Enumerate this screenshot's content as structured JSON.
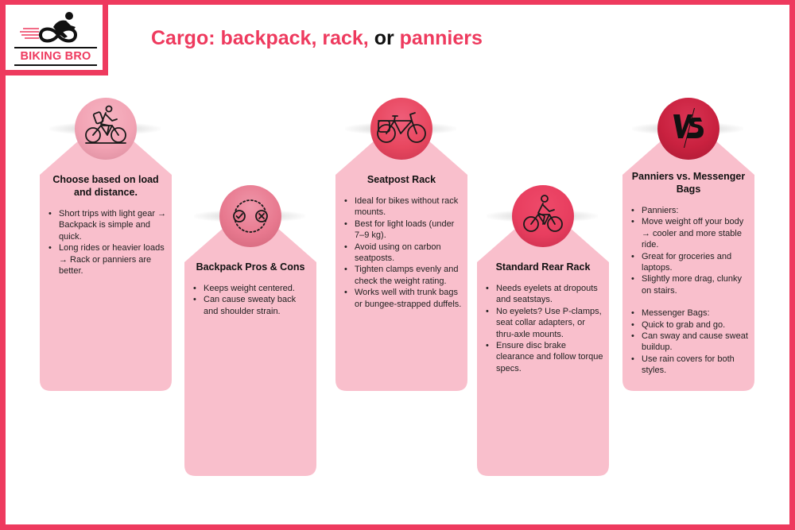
{
  "brand": {
    "name": "BIKING BRO",
    "accent_color": "#ee3a5e",
    "logo_icon": "cyclist-infinity-logo-icon"
  },
  "header": {
    "title_part1": "Cargo: backpack, rack,",
    "title_part2": "or",
    "title_part3": "panniers"
  },
  "colors": {
    "frame": "#ee3a5e",
    "card_fill": "#f9bfcc",
    "circle_light": "#f2a3b4",
    "circle_medium": "#e8798f",
    "circle_strong": "#e83e5f",
    "circle_dark": "#c9213f",
    "text_dark": "#111111"
  },
  "cards": [
    {
      "icon": "cyclist-with-backpack-icon",
      "title": "Choose based on load and distance.",
      "items": [
        "Short trips with light gear → Backpack is simple and quick.",
        "Long rides or heavier loads → Rack or panniers are better."
      ]
    },
    {
      "icon": "pros-cons-check-x-icon",
      "title": "Backpack Pros & Cons",
      "items": [
        "Keeps weight centered.",
        "Can cause sweaty back and shoulder strain."
      ]
    },
    {
      "icon": "bike-with-pannier-icon",
      "title": "Seatpost Rack",
      "items": [
        "Ideal for bikes without rack mounts.",
        "Best for light loads (under 7–9 kg).",
        "Avoid using on carbon seatposts.",
        "Tighten clamps evenly and check the weight rating.",
        "Works well with trunk bags or bungee-strapped duffels."
      ]
    },
    {
      "icon": "cyclist-icon",
      "title": "Standard Rear Rack",
      "items": [
        "Needs eyelets at dropouts and seatstays.",
        "No eyelets? Use P-clamps, seat collar adapters, or thru-axle mounts.",
        "Ensure disc brake clearance and follow torque specs."
      ]
    },
    {
      "icon": "versus-icon",
      "title": "Panniers vs. Messenger Bags",
      "items": [
        "Panniers:",
        "Move weight off your body → cooler and more stable ride.",
        "Great for groceries and laptops.",
        "Slightly more drag, clunky on stairs.",
        "",
        "Messenger Bags:",
        "Quick to grab and go.",
        "Can sway and cause sweat buildup.",
        "Use rain covers for both styles."
      ]
    }
  ]
}
